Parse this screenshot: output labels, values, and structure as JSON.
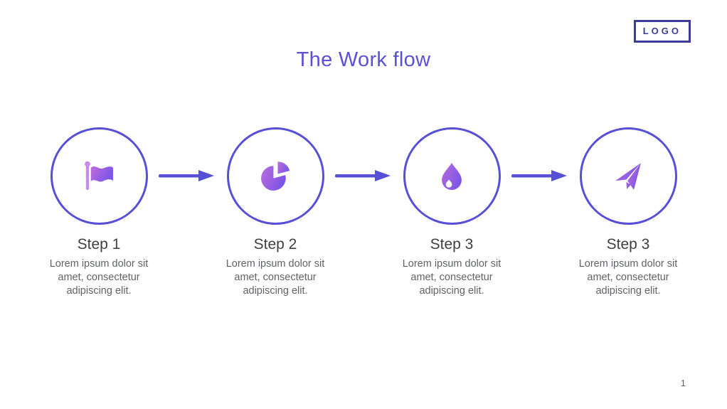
{
  "header": {
    "title": "The Work flow",
    "logo_text": "LOGO"
  },
  "footer": {
    "page_number": "1"
  },
  "colors": {
    "accent": "#5B51D8",
    "circle_stroke": "#584FD7",
    "arrow": "#584FD7",
    "logo": "#3B3B99",
    "icon_gradient_start": "#BC6CDC",
    "icon_gradient_end": "#7B55E8",
    "heading_text": "#3E4044",
    "body_text": "#5F6368"
  },
  "steps": [
    {
      "label": "Step 1",
      "description": "Lorem ipsum dolor sit amet, consectetur adipiscing elit.",
      "icon": "flag-icon"
    },
    {
      "label": "Step 2",
      "description": "Lorem ipsum dolor sit amet, consectetur adipiscing elit.",
      "icon": "pie-chart-icon"
    },
    {
      "label": "Step 3",
      "description": "Lorem ipsum dolor sit amet, consectetur adipiscing elit.",
      "icon": "water-drop-icon"
    },
    {
      "label": "Step 3",
      "description": "Lorem ipsum dolor sit amet, consectetur adipiscing elit.",
      "icon": "paper-plane-icon"
    }
  ]
}
